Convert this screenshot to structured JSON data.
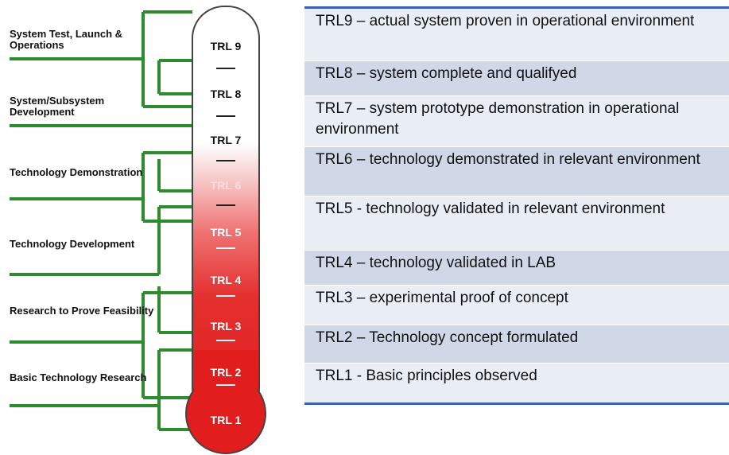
{
  "phases": [
    "System Test, Launch & Operations",
    "System/Subsystem Development",
    "Technology Demonstration",
    "Technology Development",
    "Research to Prove Feasibility",
    "Basic Technology Research"
  ],
  "thermometer_levels": [
    "TRL 9",
    "TRL 8",
    "TRL 7",
    "TRL 6",
    "TRL 5",
    "TRL 4",
    "TRL 3",
    "TRL 2",
    "TRL 1"
  ],
  "table_rows": [
    "TRL9  – actual system proven in operational environment",
    "TRL8 – system complete and qualifyed",
    "TRL7 – system prototype demonstration in operational environment",
    "TRL6 – technology demonstrated  in relevant environment",
    "TRL5  - technology validated in relevant environment",
    "TRL4  – technology validated in LAB",
    "TRL3  – experimental proof of concept",
    "TRL2 – Technology concept formulated",
    "TRL1 - Basic principles observed"
  ],
  "colors": {
    "bracket_green": "#2e8b2e",
    "mercury_red": "#e21d1d",
    "table_border_blue": "#3a5fb8",
    "row_light": "#e9edf4",
    "row_dark": "#d0d8e8"
  }
}
